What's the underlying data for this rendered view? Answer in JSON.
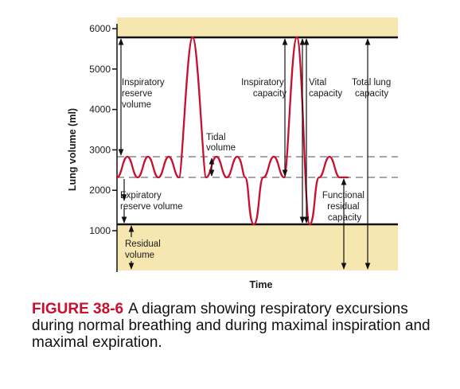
{
  "colors": {
    "band": "#f6e7b1",
    "curve": "#c8102e",
    "axis": "#111111",
    "dash": "#888888",
    "caption_label": "#c8102e"
  },
  "axis": {
    "y_title": "Lung volume (ml)",
    "x_title": "Time",
    "y_ticks": [
      {
        "value": 1000,
        "label": "1000"
      },
      {
        "value": 2000,
        "label": "2000"
      },
      {
        "value": 3000,
        "label": "3000"
      },
      {
        "value": 4000,
        "label": "4000"
      },
      {
        "value": 5000,
        "label": "5000"
      },
      {
        "value": 6000,
        "label": "6000"
      }
    ]
  },
  "levels": {
    "total_lung_capacity": 5800,
    "residual_volume": 1200,
    "end_inspiration": 2800,
    "end_expiration": 2300
  },
  "annotations": [
    {
      "name": "inspiratory-reserve-volume-label",
      "lines": [
        "Inspiratory",
        "reserve",
        "volume"
      ]
    },
    {
      "name": "tidal-volume-label",
      "lines": [
        "Tidal",
        "volume"
      ]
    },
    {
      "name": "inspiratory-capacity-label",
      "lines": [
        "Inspiratory",
        "capacity"
      ]
    },
    {
      "name": "vital-capacity-label",
      "lines": [
        "Vital",
        "capacity"
      ]
    },
    {
      "name": "total-lung-capacity-label",
      "lines": [
        "Total lung",
        "capacity"
      ]
    },
    {
      "name": "expiratory-reserve-volume-label",
      "lines": [
        "Expiratory",
        "reserve volume"
      ]
    },
    {
      "name": "functional-residual-capacity-label",
      "lines": [
        "Functional",
        "residual",
        "capacity"
      ]
    },
    {
      "name": "residual-volume-label",
      "lines": [
        "Residual",
        "volume"
      ]
    }
  ],
  "caption": {
    "label": "FIGURE 38-6",
    "text": "A diagram showing respiratory excursions during normal breathing and during maximal inspiration and maximal expiration."
  }
}
